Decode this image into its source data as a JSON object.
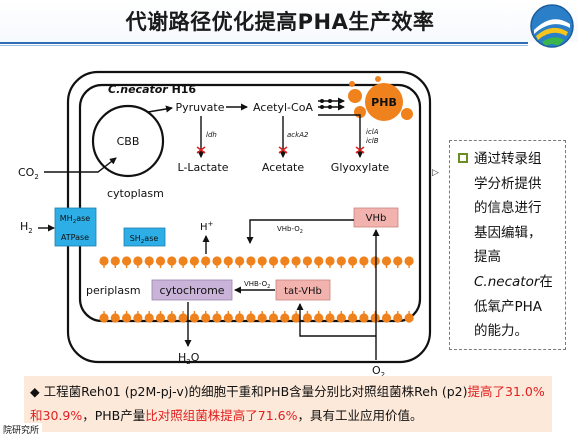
{
  "title": "代谢路径优化提高PHA生产效率",
  "diagram": {
    "strain_prefix": "C.necator",
    "strain_suffix": " H16",
    "pyruvate": "Pyruvate",
    "acetyl_coa": "Acetyl-CoA",
    "phb": "PHB",
    "cbb": "CBB",
    "co2": "CO",
    "co2_sub": "2",
    "cytoplasm": "cytoplasm",
    "periplasm": "periplasm",
    "ldh": "ldh",
    "acka2": "ackA2",
    "icla": "iclA",
    "iclb": "iclB",
    "l_lactate": "L-Lactate",
    "acetate": "Acetate",
    "glyoxylate": "Glyoxylate",
    "h2": "H",
    "h2_sub": "2",
    "mh2ase_a": "MH",
    "mh2ase_sub": "2",
    "mh2ase_b": "ase",
    "atpase": "ATPase",
    "sh2ase_a": "SH",
    "sh2ase_sub": "2",
    "sh2ase_b": "ase",
    "hplus": "H",
    "hplus_sup": "+",
    "vhb": "VHb",
    "vhb_o2_top": "VHb-O",
    "vhb_o2_top_sub": "2",
    "cytochrome": "cytochrome",
    "vhb_o2_mid": "VHB-O",
    "vhb_o2_mid_sub": "2",
    "tat_vhb": "tat-VHb",
    "h2o_a": "H",
    "h2o_sub": "2",
    "h2o_b": "O",
    "o2": "O",
    "o2_sub": "2"
  },
  "side_note": {
    "line1": "通过转录组",
    "line2": "学分析提供",
    "line3": "的信息进行",
    "line4": "基因编辑，",
    "line5": "提高",
    "line6_italic": "C.necator",
    "line6_rest": "在",
    "line7": "低氧产PHA",
    "line8": "的能力。"
  },
  "bottom": {
    "bullet": "◆",
    "part1": " 工程菌Reh01 (p2M-pj-v)的细胞干重和PHB含量分别比对照组菌株Reh (p2)",
    "part2_red": "提高了31.0%和30.9%",
    "part3": "，PHB产量",
    "part4_red": "比对照组菌株提高了71.6%",
    "part5": "，具有工业应用价值。"
  },
  "footer_fragment": "院研究所",
  "colors": {
    "membrane_bead": "#f0821e",
    "phb": "#f0821e",
    "enzyme_box": "#2eaee6",
    "vhb_box": "#f2b3ae",
    "cytochrome_box": "#c9b3d8",
    "bottom_bg": "#fde9d9",
    "title_rule": "#2f6db5",
    "emphasis": "#e02020"
  },
  "icons": {
    "logo": "institute-logo-icon",
    "bullet": "square-bullet-icon"
  }
}
